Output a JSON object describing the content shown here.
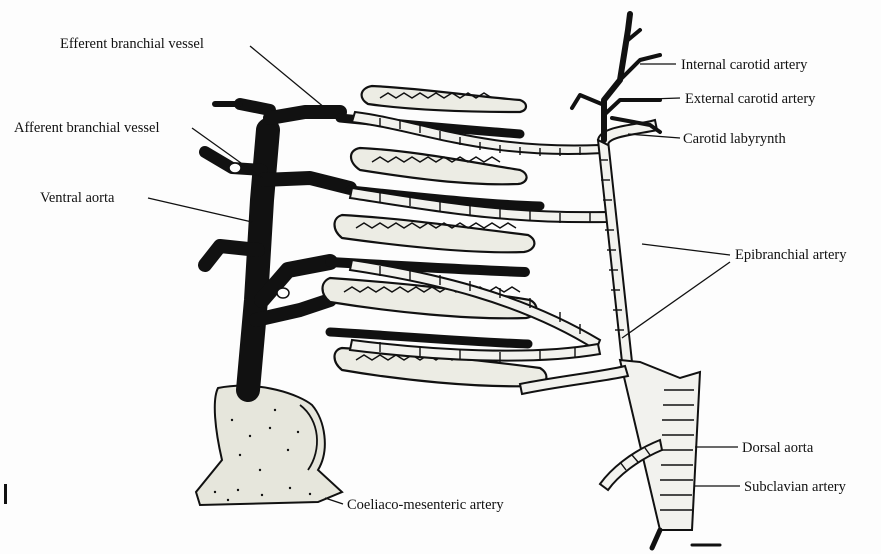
{
  "diagram": {
    "labels": {
      "efferent_branchial_vessel": "Efferent branchial vessel",
      "afferent_branchial_vessel": "Afferent branchial vessel",
      "ventral_aorta": "Ventral aorta",
      "internal_carotid_artery": "Internal carotid artery",
      "external_carotid_artery": "External carotid artery",
      "carotid_labyrynth": "Carotid labyrynth",
      "epibranchial_artery": "Epibranchial artery",
      "dorsal_aorta": "Dorsal aorta",
      "subclavian_artery": "Subclavian artery",
      "coeliaco_mesenteric_artery": "Coeliaco-mesenteric artery"
    },
    "colors": {
      "ink": "#111111",
      "gill_fill": "#ecece4",
      "heart_fill": "#e6e6dc"
    }
  }
}
